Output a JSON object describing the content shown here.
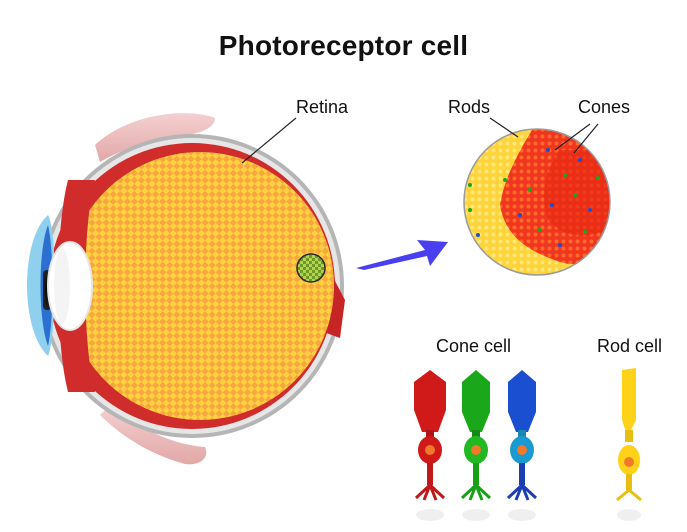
{
  "title": "Photoreceptor cell",
  "labels": {
    "retina": "Retina",
    "rods": "Rods",
    "cones": "Cones",
    "cone_cell": "Cone cell",
    "rod_cell": "Rod cell"
  },
  "colors": {
    "retina_fill": "#ffcf3a",
    "retina_pattern": "#ef8b3b",
    "eye_red": "#d02c2c",
    "eyelid": "#efc3c3",
    "cornea": "#8fd0ef",
    "iris": "#2b6fd0",
    "pupil": "#111111",
    "arrow": "#4a3ff0",
    "rods_yellow": "#ffd43a",
    "cones_red": "#f0361e",
    "cone_red": "#d01a1a",
    "cone_green": "#1aa81a",
    "cone_blue": "#1a4fd0",
    "rod_yellow": "#ffd21a"
  },
  "cone_cells": [
    "red",
    "green",
    "blue"
  ],
  "rod_cells": [
    "yellow"
  ]
}
